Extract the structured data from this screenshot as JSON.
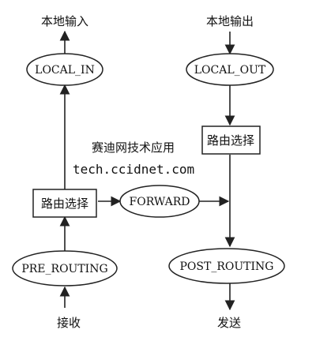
{
  "labels": {
    "local_in_top": "本地输入",
    "local_out_top": "本地输出",
    "receive": "接收",
    "send": "发送",
    "watermark_cn": "赛迪网技术应用",
    "watermark_url": "tech.ccidnet.com"
  },
  "nodes": {
    "local_in": "LOCAL_IN",
    "local_out": "LOCAL_OUT",
    "forward": "FORWARD",
    "pre_routing": "PRE_ROUTING",
    "post_routing": "POST_ROUTING",
    "routing_left": "路由选择",
    "routing_right": "路由选择"
  }
}
